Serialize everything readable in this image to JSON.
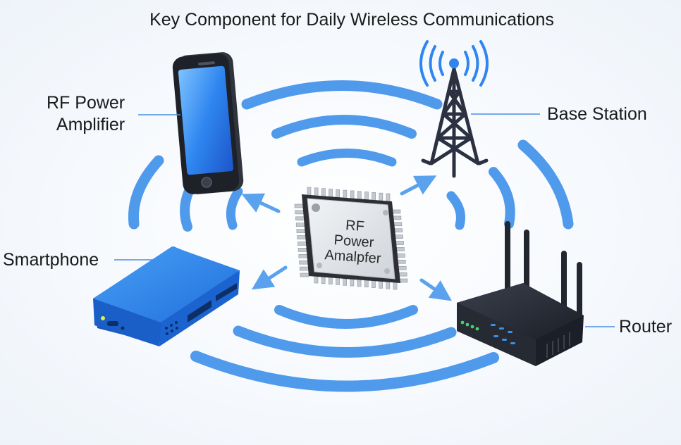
{
  "header": {
    "title_cut": "",
    "subtitle": "Key Component for Daily Wireless Communications"
  },
  "labels": {
    "top_left_line1": "RF Power",
    "top_left_line2": "Amplifier",
    "base_station": "Base Station",
    "smartphone": "Smartphone",
    "router": "Router"
  },
  "chip": {
    "line1": "RF",
    "line2": "Power",
    "line3": "Amalpfer"
  },
  "colors": {
    "wave_blue": "#3d8fea",
    "device_blue": "#2f7fe0",
    "chip_body": "#2d2f34",
    "chip_face": "#e3e6ea",
    "tower": "#2b3140",
    "router_body": "#262a33",
    "led_green": "#46d36a",
    "led_blue": "#3d8fea"
  },
  "icons": [
    "phone-icon",
    "tower-icon",
    "power-bank-icon",
    "router-icon",
    "chip-icon",
    "signal-arrow-icon"
  ]
}
